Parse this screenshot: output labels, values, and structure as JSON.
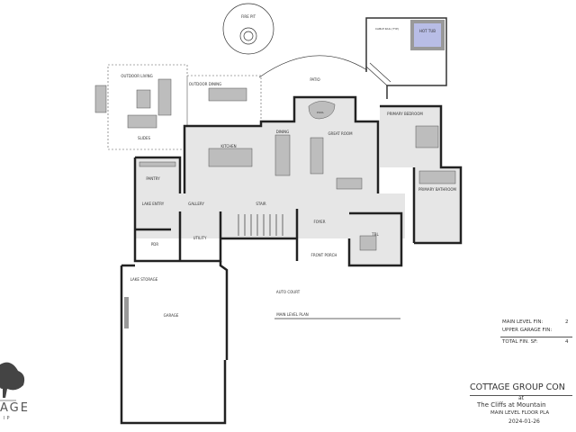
{
  "plan": {
    "rooms": {
      "fire_pit": "FIRE PIT",
      "outdoor_living": "OUTDOOR LIVING",
      "outdoor_dining": "OUTDOOR DINING",
      "patio": "PATIO",
      "hot_tub": "HOT TUB",
      "primary_bedroom": "PRIMARY BEDROOM",
      "primary_bathroom": "PRIMARY BATHROOM",
      "kitchen": "KITCHEN",
      "dining": "DINING",
      "great_room": "GREAT ROOM",
      "pool": "POOL",
      "pantry": "PANTRY",
      "lake_entry": "LAKE ENTRY",
      "gallery": "GALLERY",
      "stair": "STAIR",
      "foyer": "FOYER",
      "tbl": "TBL",
      "utility": "UTILITY",
      "pdr": "PDR",
      "lake_storage": "LAKE STORAGE",
      "garage": "GARAGE",
      "front_porch": "FRONT PORCH",
      "auto_court": "AUTO COURT"
    },
    "notes": {
      "cable_rail": "CABLE RAIL (TYP)",
      "slides": "SLIDES"
    },
    "plan_label": "MAIN LEVEL PLAN"
  },
  "area_summary": {
    "main_level": "MAIN LEVEL FIN:",
    "main_level_value": "2",
    "upper_garage": "UPPER GARAGE FIN:",
    "upper_garage_value": "",
    "total": "TOTAL FIN. SF:",
    "total_value": "4"
  },
  "title_block": {
    "company": "COTTAGE GROUP CON",
    "at": "at",
    "project": "The Cliffs at Mountain",
    "sheet": "MAIN LEVEL FLOOR PLA",
    "date": "2024-01-26"
  },
  "logo": {
    "word1": "AGE",
    "word2": "IP"
  },
  "colors": {
    "hot_tub": "#b8bde6",
    "floor": "#e6e6e6",
    "wall": "#222222"
  }
}
